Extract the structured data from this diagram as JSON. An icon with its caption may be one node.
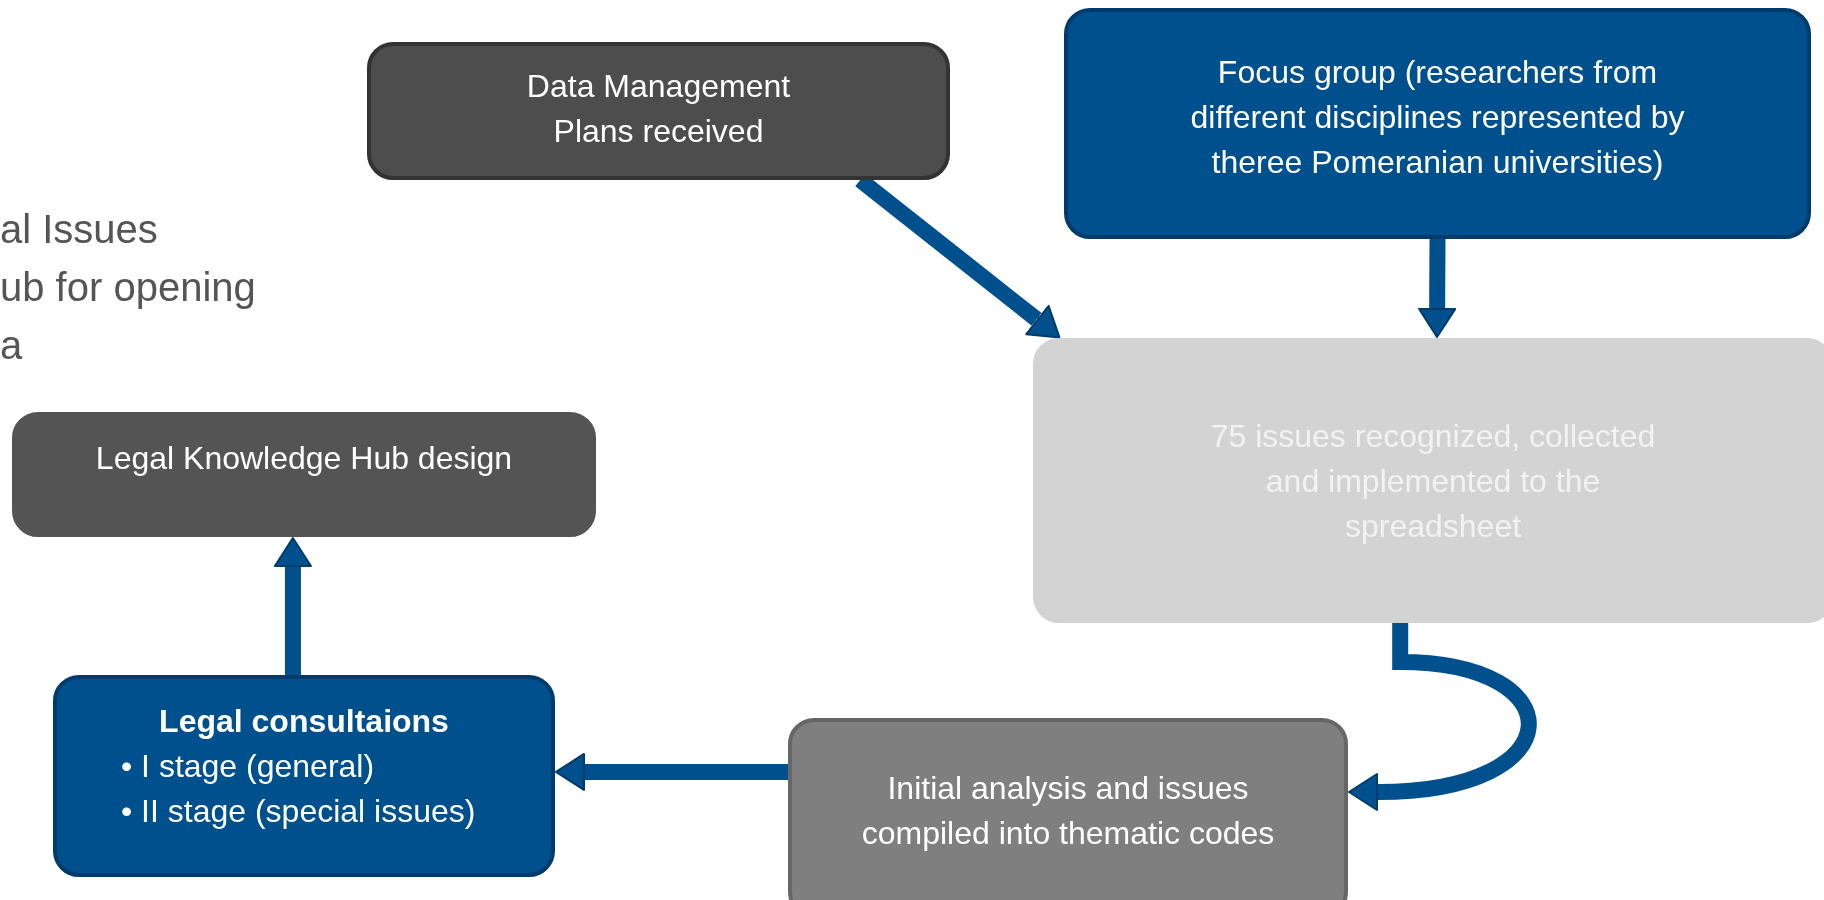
{
  "diagram": {
    "nodes": [
      {
        "text": [
          "Data Management Plans received"
        ]
      },
      {
        "text": [
          "Focus group (researchers from different disciplines represented by theree Pomeranian universities)"
        ]
      },
      {
        "text": [
          "Legal Knowledge Hub design"
        ]
      },
      {
        "text": [
          "75 issues recognized, collected and implemented to the spreadsheet"
        ]
      },
      {
        "text": [
          "Legal consultaions",
          "•   I stage (general)",
          "•   II stage (special issues)"
        ]
      },
      {
        "text": [
          "Initial analysis and issues compiled into thematic codes"
        ]
      }
    ],
    "edges": [
      {
        "from": 0,
        "to": 3,
        "arrow": "to"
      },
      {
        "from": 1,
        "to": 3,
        "arrow": "to"
      },
      {
        "from": 3,
        "to": 5,
        "arrow": "to"
      },
      {
        "from": 5,
        "to": 4,
        "arrow": "to"
      },
      {
        "from": 4,
        "to": 2,
        "arrow": "to"
      }
    ],
    "labels": [
      "al Issues",
      "ub for opening",
      "a"
    ]
  }
}
